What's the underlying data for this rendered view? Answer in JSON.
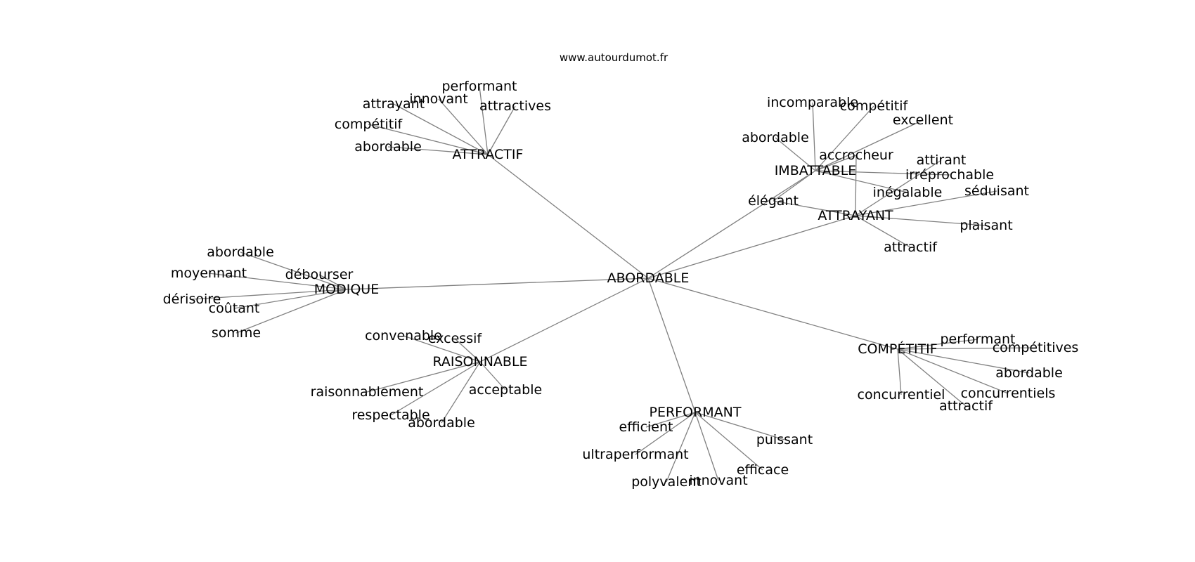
{
  "site_label": "www.autourdumot.fr",
  "center": {
    "id": "abordable",
    "label": "ABORDABLE"
  },
  "clusters": [
    {
      "id": "attractif",
      "label": "ATTRACTIF",
      "leaves": [
        {
          "id": "performant",
          "label": "performant"
        },
        {
          "id": "innovant",
          "label": "innovant"
        },
        {
          "id": "attrayant",
          "label": "attrayant"
        },
        {
          "id": "attractives",
          "label": "attractives"
        },
        {
          "id": "competitif",
          "label": "compétitif"
        },
        {
          "id": "abordable",
          "label": "abordable"
        }
      ]
    },
    {
      "id": "imbattable",
      "label": "IMBATTABLE",
      "leaves": [
        {
          "id": "incomparable",
          "label": "incomparable"
        },
        {
          "id": "competitif",
          "label": "compétitif"
        },
        {
          "id": "excellent",
          "label": "excellent"
        },
        {
          "id": "abordable",
          "label": "abordable"
        },
        {
          "id": "accrocheur",
          "label": "accrocheur"
        },
        {
          "id": "irreprochable",
          "label": "irréprochable"
        },
        {
          "id": "inegalable",
          "label": "inégalable"
        },
        {
          "id": "elegant",
          "label": "élégant"
        }
      ]
    },
    {
      "id": "attrayant",
      "label": "ATTRAYANT",
      "leaves": [
        {
          "id": "accrocheur",
          "label": "accrocheur"
        },
        {
          "id": "attirant",
          "label": "attirant"
        },
        {
          "id": "seduisant",
          "label": "séduisant"
        },
        {
          "id": "plaisant",
          "label": "plaisant"
        },
        {
          "id": "attractif",
          "label": "attractif"
        },
        {
          "id": "elegant",
          "label": "élégant"
        }
      ]
    },
    {
      "id": "modique",
      "label": "MODIQUE",
      "leaves": [
        {
          "id": "abordable",
          "label": "abordable"
        },
        {
          "id": "debourser",
          "label": "débourser"
        },
        {
          "id": "moyennant",
          "label": "moyennant"
        },
        {
          "id": "derisoire",
          "label": "dérisoire"
        },
        {
          "id": "coutant",
          "label": "coûtant"
        },
        {
          "id": "somme",
          "label": "somme"
        }
      ]
    },
    {
      "id": "raisonnable",
      "label": "RAISONNABLE",
      "leaves": [
        {
          "id": "convenable",
          "label": "convenable"
        },
        {
          "id": "excessif",
          "label": "excessif"
        },
        {
          "id": "raisonnablement",
          "label": "raisonnablement"
        },
        {
          "id": "acceptable",
          "label": "acceptable"
        },
        {
          "id": "respectable",
          "label": "respectable"
        },
        {
          "id": "abordable",
          "label": "abordable"
        }
      ]
    },
    {
      "id": "performant",
      "label": "PERFORMANT",
      "leaves": [
        {
          "id": "efficient",
          "label": "efficient"
        },
        {
          "id": "puissant",
          "label": "puissant"
        },
        {
          "id": "ultraperformant",
          "label": "ultraperformant"
        },
        {
          "id": "efficace",
          "label": "efficace"
        },
        {
          "id": "polyvalent",
          "label": "polyvalent"
        },
        {
          "id": "innovant",
          "label": "innovant"
        }
      ]
    },
    {
      "id": "competitif",
      "label": "COMPÉTITIF",
      "leaves": [
        {
          "id": "performant",
          "label": "performant"
        },
        {
          "id": "competitives",
          "label": "compétitives"
        },
        {
          "id": "abordable",
          "label": "abordable"
        },
        {
          "id": "concurrentiel",
          "label": "concurrentiel"
        },
        {
          "id": "concurrentiels",
          "label": "concurrentiels"
        },
        {
          "id": "attractif",
          "label": "attractif"
        }
      ]
    }
  ]
}
